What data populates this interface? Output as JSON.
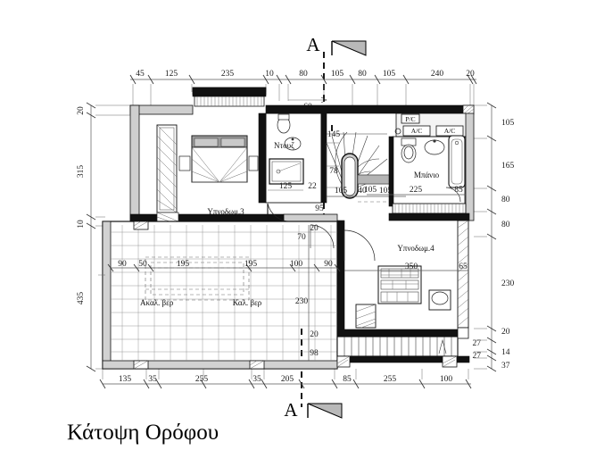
{
  "drawing": {
    "title": "Κάτοψη Ορόφου",
    "section_marker_top": "A",
    "section_marker_bottom": "A"
  },
  "rooms": [
    {
      "id": "bedroom3",
      "label": "Υπνοδωμ.3"
    },
    {
      "id": "shower",
      "label": "Ντουζ"
    },
    {
      "id": "bathroom",
      "label": "Μπάνιο"
    },
    {
      "id": "bedroom4",
      "label": "Υπνοδωμ.4"
    },
    {
      "id": "uncovered-veranda",
      "label": "Ακαλ. βερ"
    },
    {
      "id": "covered-veranda",
      "label": "Καλ. βερ"
    }
  ],
  "equipment": [
    {
      "id": "pc-box",
      "label": "P/C"
    },
    {
      "id": "ac-box-1",
      "label": "A/C"
    },
    {
      "id": "ac-box-2",
      "label": "A/C"
    }
  ],
  "dimensions": {
    "top_row": [
      "45",
      "125",
      "235",
      "10",
      "80",
      "105",
      "80",
      "105",
      "240",
      "20"
    ],
    "bottom_row": [
      "135",
      "35",
      "255",
      "35",
      "205",
      "85",
      "255",
      "100"
    ],
    "left_column": [
      "20",
      "315",
      "10",
      "435"
    ],
    "right_column": [
      "105",
      "165",
      "80",
      "80",
      "230",
      "20",
      "27",
      "14",
      "27",
      "37"
    ],
    "interior": {
      "stair_145": "145",
      "stair_78": "78",
      "stair_22": "22",
      "stair_105_left": "105",
      "stair_40": "40",
      "stair_105_right": "105",
      "stair_95": "95",
      "corridor_20": "20",
      "corridor_70": "70",
      "corridor_90": "90",
      "corridor_230": "230",
      "corridor_98": "98",
      "corridor_20b": "20",
      "shower_125": "125",
      "bath_105": "105",
      "bath_225": "225",
      "bath_85": "85",
      "bed4_350": "350",
      "bed4_65": "65",
      "veranda_90": "90",
      "veranda_50": "50",
      "veranda_195a": "195",
      "veranda_195b": "195",
      "veranda_100": "100",
      "veranda_90b": "90",
      "top_60": "60"
    }
  },
  "colors": {
    "ink": "#111111",
    "dim_line": "#5a5a5a",
    "hatch_fill": "#cfcfcf",
    "paper": "#ffffff"
  }
}
